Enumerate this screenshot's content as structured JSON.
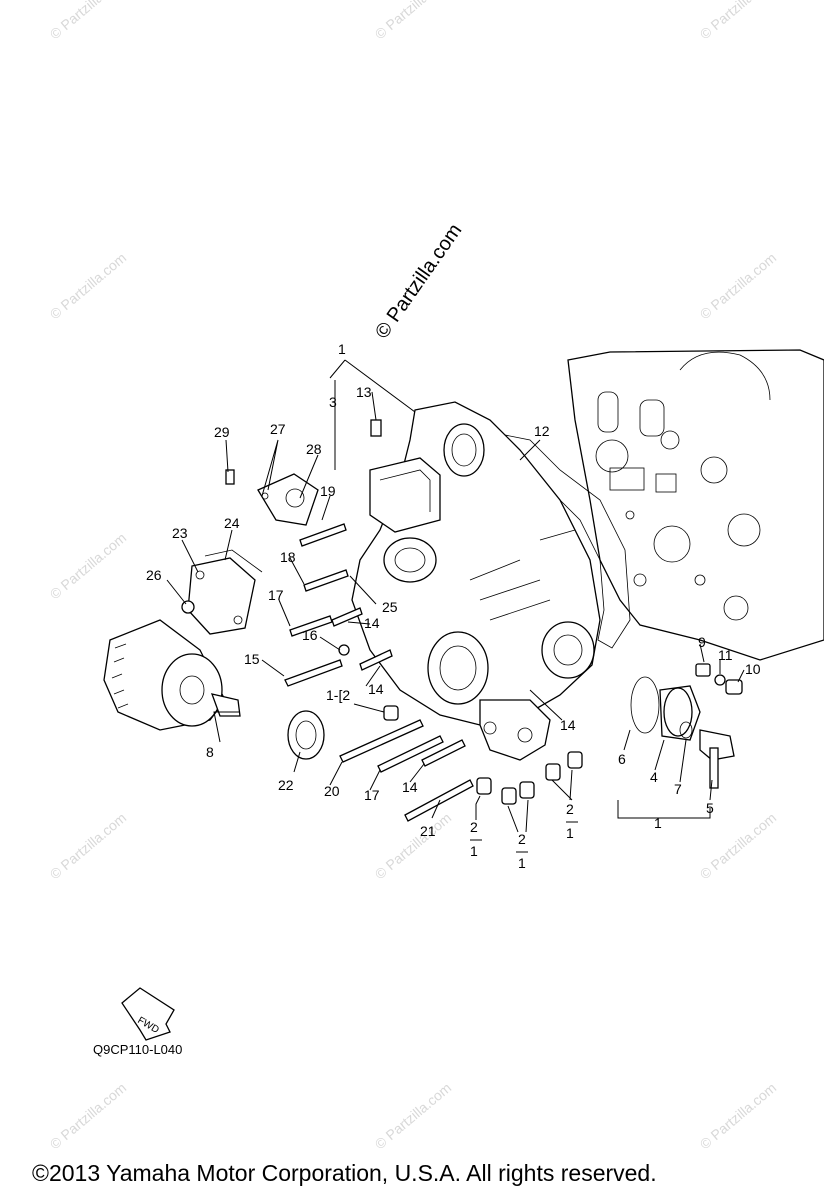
{
  "watermark": "© Partzilla.com",
  "watermark_main": "© Partzilla.com",
  "fwd_label": "FWD",
  "diagram_code": "Q9CP110-L040",
  "copyright": "©2013  Yamaha Motor Corporation, U.S.A. All rights reserved.",
  "callouts": {
    "c1_top": "1",
    "c3": "3",
    "c13": "13",
    "c12": "12",
    "c29": "29",
    "c27": "27",
    "c28": "28",
    "c19": "19",
    "c23": "23",
    "c24": "24",
    "c26": "26",
    "c18": "18",
    "c25": "25",
    "c17a": "17",
    "c14a": "14",
    "c16": "16",
    "c15": "15",
    "c14b": "14",
    "c1_2": "1-[2",
    "c8": "8",
    "c22": "22",
    "c20": "20",
    "c17b": "17",
    "c14c": "14",
    "c14d": "14",
    "c21": "21",
    "c9": "9",
    "c11": "11",
    "c10": "10",
    "c6": "6",
    "c4": "4",
    "c7": "7",
    "c5": "5",
    "c1_bot": "1",
    "c2a": "2",
    "c1a": "1",
    "c2b": "2",
    "c1b": "1",
    "c2c": "2",
    "c1c": "1"
  }
}
